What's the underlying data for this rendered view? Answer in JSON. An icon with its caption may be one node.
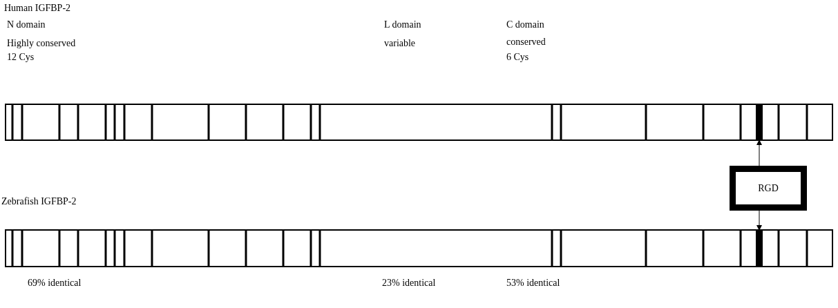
{
  "diagram": {
    "nodes": [
      {
        "text": [
          "RGD"
        ]
      },
      {
        "text": [],
        "shape": "bar"
      },
      {
        "text": [],
        "shape": "bar"
      }
    ],
    "edges": [
      {
        "from": 0,
        "to": 1,
        "arrow": "to"
      },
      {
        "from": 0,
        "to": 2,
        "arrow": "to"
      }
    ],
    "labels": [
      "Human IGFBP-2",
      "N domain",
      "L domain",
      "C domain",
      "Highly conserved",
      "variable",
      "conserved",
      "12 Cys",
      "6 Cys",
      "Zebrafish IGFBP-2",
      "69% identical",
      "23% identical",
      "53% identical"
    ]
  }
}
